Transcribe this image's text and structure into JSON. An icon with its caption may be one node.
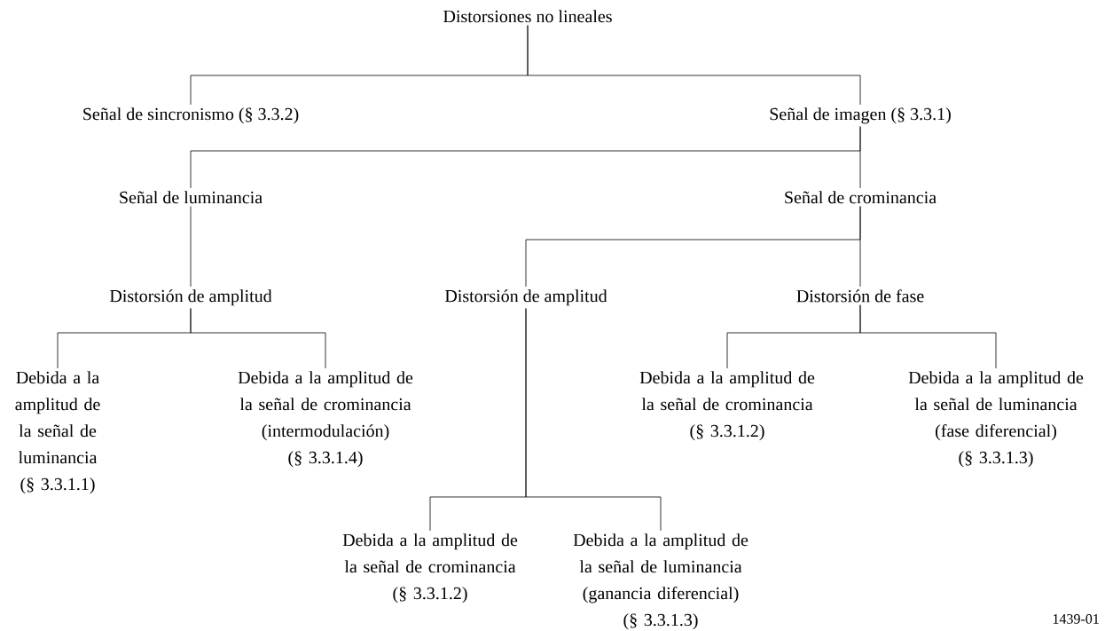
{
  "diagram": {
    "nodes": [
      {
        "text": [
          "Distorsiones no lineales"
        ]
      },
      {
        "text": [
          "Señal de sincronismo (§ 3.3.2)"
        ]
      },
      {
        "text": [
          "Señal de imagen (§ 3.3.1)"
        ]
      },
      {
        "text": [
          "Señal de luminancia"
        ]
      },
      {
        "text": [
          "Señal de crominancia"
        ]
      },
      {
        "text": [
          "Distorsión de amplitud"
        ]
      },
      {
        "text": [
          "Distorsión de amplitud"
        ]
      },
      {
        "text": [
          "Distorsión de fase"
        ]
      },
      {
        "text": [
          "Debida a la amplitud de la señal de luminancia",
          "(§ 3.3.1.1)"
        ]
      },
      {
        "text": [
          "Debida a la amplitud de la señal de crominancia (intermodulación)",
          "(§ 3.3.1.4)"
        ]
      },
      {
        "text": [
          "Debida a la amplitud de la señal de crominancia",
          "(§ 3.3.1.2)"
        ]
      },
      {
        "text": [
          "Debida a la amplitud de la señal de luminancia (fase diferencial)",
          "(§ 3.3.1.3)"
        ]
      },
      {
        "text": [
          "Debida a la amplitud de la señal de crominancia",
          "(§ 3.3.1.2)"
        ]
      },
      {
        "text": [
          "Debida a la amplitud de la señal de luminancia (ganancia diferencial)",
          "(§ 3.3.1.3)"
        ]
      }
    ],
    "edges": [
      {
        "from": 0,
        "to": 1,
        "arrow": "none"
      },
      {
        "from": 0,
        "to": 2,
        "arrow": "none"
      },
      {
        "from": 2,
        "to": 3,
        "arrow": "none"
      },
      {
        "from": 2,
        "to": 4,
        "arrow": "none"
      },
      {
        "from": 3,
        "to": 5,
        "arrow": "none"
      },
      {
        "from": 4,
        "to": 6,
        "arrow": "none"
      },
      {
        "from": 4,
        "to": 7,
        "arrow": "none"
      },
      {
        "from": 5,
        "to": 8,
        "arrow": "none"
      },
      {
        "from": 5,
        "to": 9,
        "arrow": "none"
      },
      {
        "from": 7,
        "to": 10,
        "arrow": "none"
      },
      {
        "from": 7,
        "to": 11,
        "arrow": "none"
      },
      {
        "from": 6,
        "to": 12,
        "arrow": "none"
      },
      {
        "from": 6,
        "to": 13,
        "arrow": "none"
      }
    ],
    "labels": [
      "1439-01"
    ]
  }
}
